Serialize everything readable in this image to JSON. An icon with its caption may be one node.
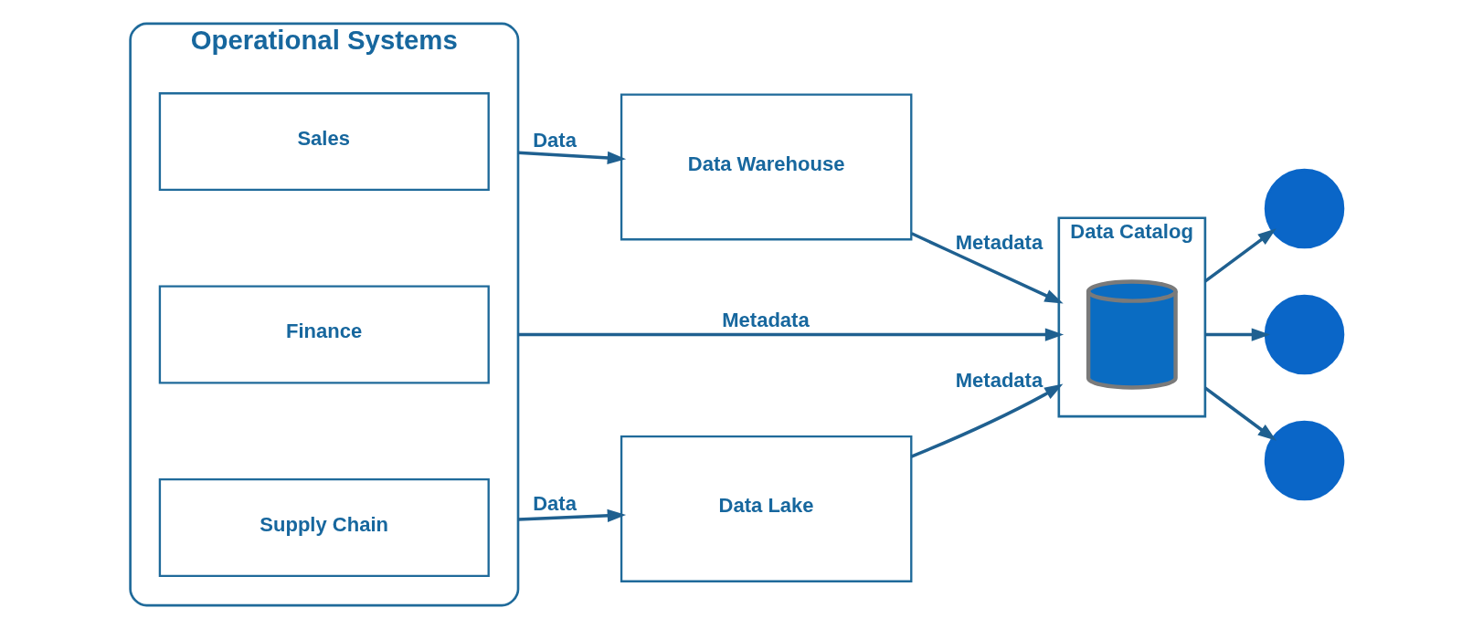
{
  "diagram": {
    "nodes": [
      {
        "text": [
          "Operational Systems"
        ]
      },
      {
        "text": [
          "Sales"
        ],
        "in": 0
      },
      {
        "text": [
          "Finance"
        ],
        "in": 0
      },
      {
        "text": [
          "Supply Chain"
        ],
        "in": 0
      },
      {
        "text": [
          "Data Warehouse"
        ]
      },
      {
        "text": [
          "Data Lake"
        ]
      },
      {
        "text": [
          "Data Catalog"
        ]
      },
      {
        "text": [],
        "shape": "picture",
        "in": 6
      },
      {
        "text": [],
        "shape": "person"
      },
      {
        "text": [],
        "shape": "person"
      },
      {
        "text": [],
        "shape": "person"
      }
    ],
    "edges": [
      {
        "from": 0,
        "to": 4,
        "arrow": "to",
        "label": "Data"
      },
      {
        "from": 0,
        "to": 6,
        "arrow": "to",
        "label": "Metadata"
      },
      {
        "from": 0,
        "to": 5,
        "arrow": "to",
        "label": "Data"
      },
      {
        "from": 4,
        "to": 6,
        "arrow": "to",
        "label": "Metadata"
      },
      {
        "from": 5,
        "to": 6,
        "arrow": "to",
        "label": "Metadata"
      },
      {
        "from": 6,
        "to": 8,
        "arrow": "to"
      },
      {
        "from": 6,
        "to": 9,
        "arrow": "to"
      },
      {
        "from": 6,
        "to": 10,
        "arrow": "to"
      }
    ]
  }
}
